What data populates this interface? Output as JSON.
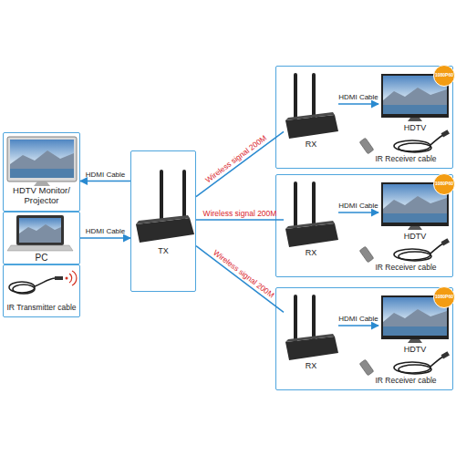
{
  "diagram": {
    "nodes": [
      {
        "text": [
          "HDTV Monitor/ Projector"
        ]
      },
      {
        "text": [
          "PC"
        ]
      },
      {
        "text": [
          "IR Transmitter cable"
        ]
      },
      {
        "text": [
          "TX"
        ]
      },
      {
        "text": [
          "IR Receiver cable"
        ]
      },
      {
        "text": [
          "RX"
        ],
        "in": 4
      },
      {
        "text": [
          "HDTV"
        ],
        "in": 4
      },
      {
        "text": [
          "1080P60"
        ],
        "in": 6
      },
      {
        "text": [
          "IR Receiver cable"
        ]
      },
      {
        "text": [
          "RX"
        ],
        "in": 8
      },
      {
        "text": [
          "HDTV"
        ],
        "in": 8
      },
      {
        "text": [
          "1080P60"
        ],
        "in": 10
      },
      {
        "text": [
          "IR Receiver cable"
        ]
      },
      {
        "text": [
          "RX"
        ],
        "in": 12
      },
      {
        "text": [
          "HDTV"
        ],
        "in": 12
      },
      {
        "text": [
          "1080P60"
        ],
        "in": 14
      }
    ],
    "edges": [
      {
        "from": 3,
        "to": 0,
        "label": "HDMI Cable",
        "arrow": "to"
      },
      {
        "from": 1,
        "to": 3,
        "label": "HDMI Cable",
        "arrow": "to"
      },
      {
        "from": 3,
        "to": 5,
        "label": "Wireless signal 200M",
        "arrow": "none"
      },
      {
        "from": 3,
        "to": 9,
        "label": "Wireless signal 200M",
        "arrow": "none"
      },
      {
        "from": 3,
        "to": 13,
        "label": "Wireless signal 200M",
        "arrow": "none"
      },
      {
        "from": 5,
        "to": 6,
        "label": "HDMI Cable",
        "arrow": "to"
      },
      {
        "from": 9,
        "to": 10,
        "label": "HDMI Cable",
        "arrow": "to"
      },
      {
        "from": 13,
        "to": 14,
        "label": "HDMI Cable",
        "arrow": "to"
      }
    ]
  }
}
